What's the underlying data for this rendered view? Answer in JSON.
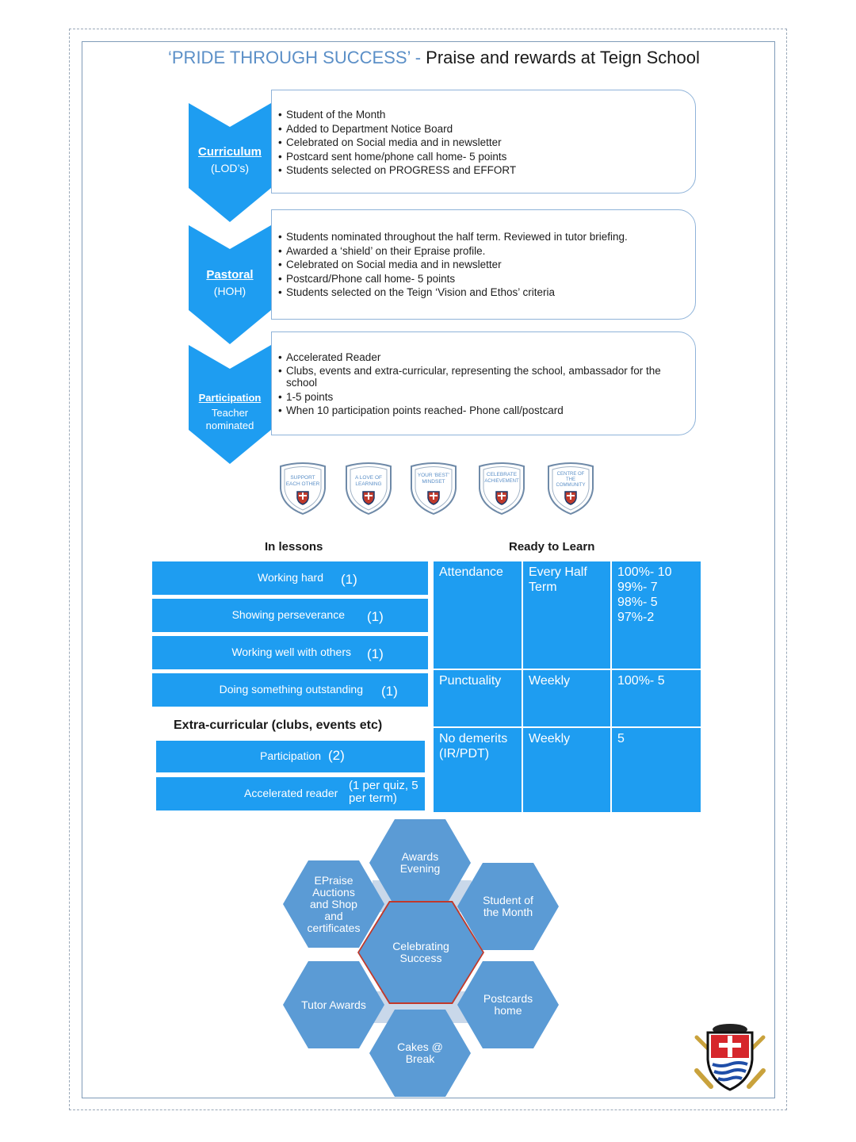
{
  "title": {
    "part1": "‘PRIDE THROUGH SUCCESS’ - ",
    "part2": "Praise and rewards at Teign School"
  },
  "process": [
    {
      "heading": "Curriculum",
      "sub": "(LOD’s)",
      "bullets": [
        "Student of the Month",
        "Added to Department Notice Board",
        "Celebrated on Social media and in newsletter",
        "Postcard sent home/phone call home- 5 points",
        "Students selected on PROGRESS and EFFORT"
      ]
    },
    {
      "heading": "Pastoral",
      "sub": "(HOH)",
      "bullets": [
        "Students nominated throughout the half term. Reviewed in tutor briefing.",
        "Awarded a ‘shield’ on their Epraise profile.",
        "Celebrated on Social media and in newsletter",
        "Postcard/Phone call home- 5 points",
        "Students selected on the Teign ‘Vision and Ethos’ criteria"
      ]
    },
    {
      "heading": "Participation",
      "sub": "Teacher nominated",
      "bullets": [
        "Accelerated Reader",
        "Clubs, events and extra-curricular, representing the school, ambassador for the school",
        "1-5 points",
        "When 10 participation points reached- Phone call/postcard"
      ]
    }
  ],
  "shields": [
    {
      "line1": "SUPPORT",
      "line2": "EACH OTHER",
      "line3": ""
    },
    {
      "line1": "A LOVE OF",
      "line2": "LEARNING",
      "line3": ""
    },
    {
      "line1": "YOUR ‘BEST’",
      "line2": "MINDSET",
      "line3": ""
    },
    {
      "line1": "CELEBRATE",
      "line2": "ACHIEVEMENT",
      "line3": ""
    },
    {
      "line1": "CENTRE OF",
      "line2": "THE",
      "line3": "COMMUNITY"
    }
  ],
  "in_lessons": {
    "heading": "In lessons",
    "items": [
      {
        "label": "Working hard",
        "points": "(1)"
      },
      {
        "label": "Showing perseverance",
        "points": "(1)"
      },
      {
        "label": "Working well with others",
        "points": "(1)"
      },
      {
        "label": "Doing something outstanding",
        "points": "(1)"
      }
    ]
  },
  "extra_curricular": {
    "heading": "Extra-curricular (clubs, events etc)",
    "items": [
      {
        "label": "Participation",
        "points": "(2)"
      },
      {
        "label": "Accelerated reader",
        "points": "(1 per quiz, 5 per term)"
      }
    ]
  },
  "ready_to_learn": {
    "heading": "Ready to Learn",
    "rows": [
      {
        "measure": "Attendance",
        "frequency": "Every Half Term",
        "points": [
          "100%- 10",
          "99%- 7",
          "98%- 5",
          "97%-2"
        ]
      },
      {
        "measure": "Punctuality",
        "frequency": "Weekly",
        "points": [
          "100%- 5"
        ]
      },
      {
        "measure": "No demerits (IR/PDT)",
        "frequency": "Weekly",
        "points": [
          "5"
        ]
      }
    ]
  },
  "celebrating": {
    "center": "Celebrating Success",
    "awards_evening": "Awards Evening",
    "student_of_month": "Student of the Month",
    "postcards_home": "Postcards home",
    "cakes_break": "Cakes @ Break",
    "tutor_awards": "Tutor Awards",
    "epraise": "EPraise Auctions and Shop and certificates"
  },
  "colors": {
    "accent_blue": "#1e9df1",
    "hex_blue": "#5b9bd5",
    "title_blue": "#5b8fc7"
  }
}
